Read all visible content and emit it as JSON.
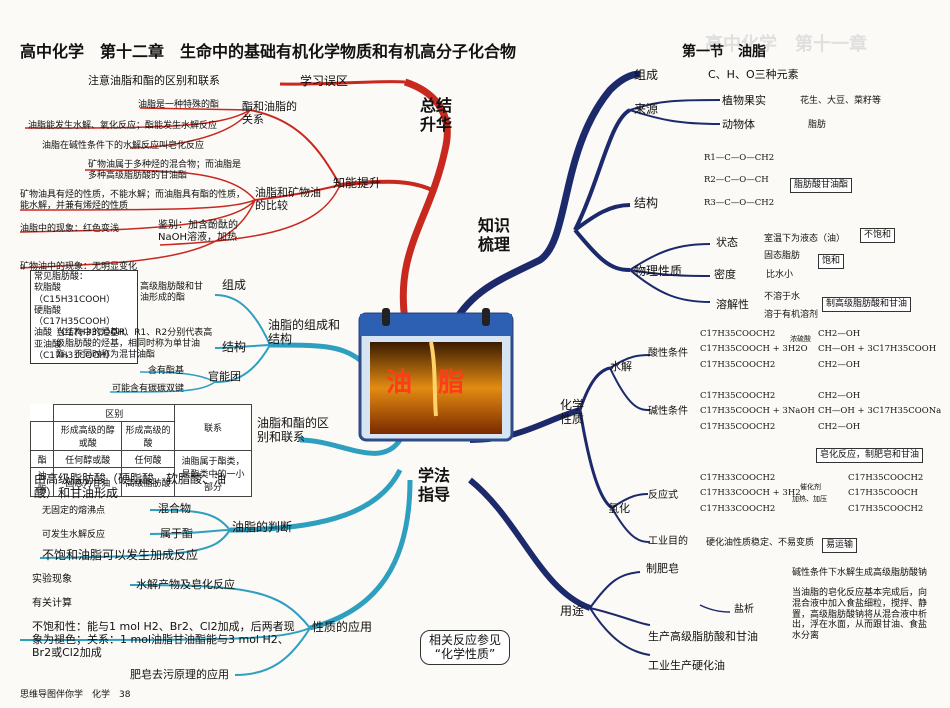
{
  "header": {
    "title": "高中化学　第十二章　生命中的基础有机化学物质和有机高分子化合物",
    "section": "第一节　油脂",
    "ghost_title": "高中化学　第十一章"
  },
  "center": {
    "title": "油　脂"
  },
  "branches": {
    "summary": "总结\n升华",
    "knowledge": "知识\n梳理",
    "method": "学法\n指导"
  },
  "left_top": {
    "mistakes": "学习误区",
    "mistake_note": "注意油脂和酯的区别和联系",
    "relation_label": "酯和油脂的关系",
    "rel_items": [
      "油脂是一种特殊的酯",
      "油脂能发生水解、氧化反应；酯能发生水解反应",
      "油脂在碱性条件下的水解反应叫皂化反应"
    ],
    "ability": "知能提升",
    "mineral_label": "油脂和矿物油的比较",
    "mineral_items": [
      "矿物油属于多种烃的混合物；而油脂是多种高级脂肪酸的甘油酯",
      "矿物油具有烃的性质，不能水解；而油脂具有酯的性质，能水解，并兼有烯烃的性质",
      "油脂中的现象：红色变浅",
      "矿物油中的现象：无明显变化"
    ],
    "identify": "鉴别：加含酚酞的NaOH溶液，加热"
  },
  "left_mid": {
    "comp_struct": "油脂的组成和结构",
    "composition": "组成",
    "common_acids_title": "常见脂肪酸：",
    "common_acids": [
      "软脂酸（C15H31COOH）",
      "硬脂酸（C17H35COOH）",
      "油酸（C17H33COOH）",
      "亚油酸（C17H31COOH）"
    ],
    "comp_desc": "高级脂肪酸和甘油形成的酯",
    "structure": "结构",
    "struct_desc": "当结构中的烃基R、R1、R2分别代表高级脂肪酸的烃基，相同时称为单甘油酯，不同时称为混甘油酯",
    "func_group": "官能团",
    "fg1": "含有酯基",
    "fg2": "可能含有碳碳双键",
    "diff": "油脂和酯的区别和联系",
    "table": {
      "h_diff": "区别",
      "h_rel": "联系",
      "r1": [
        "",
        "形成高级的醇或酸",
        "形成高级的酸"
      ],
      "r2": [
        "酯",
        "任何醇或酸",
        "任何酸"
      ],
      "r3": [
        "油脂",
        "固态为甘油",
        "高级脂肪酸"
      ],
      "rel": "油脂属于酯类，是酯类中的一小部分"
    },
    "formed": "由高级脂肪酸（硬脂酸、软脂酸、油酸）和甘油形成"
  },
  "left_bottom": {
    "judge": "油脂的判断",
    "mixture": "混合物",
    "mix_desc": "无固定的熔沸点",
    "ester": "属于酯",
    "ester_desc": "可发生水解反应",
    "unsat": "不饱和油脂可以发生加成反应",
    "apply": "性质的应用",
    "experiment": "实验现象",
    "hydrolysis_prod": "水解产物及皂化反应",
    "calc": "有关计算",
    "calc_text": "不饱和性：能与1 mol H2、Br2、Cl2加成，后两者现象为褪色；关系：1 mol油脂甘油酯能与3 mol H2、Br2或Cl2加成",
    "soap_principle": "肥皂去污原理的应用"
  },
  "right": {
    "composition": "组成",
    "comp_value": "C、H、O三种元素",
    "source": "来源",
    "plant": "植物果实",
    "plant_ex": "花生、大豆、菜籽等",
    "animal": "动物体",
    "animal_ex": "脂肪",
    "structure": "结构",
    "struct_note": "脂肪酸甘油酯",
    "physical": "物理性质",
    "state": "状态",
    "state_liquid": "室温下为液态（油）",
    "unsaturated": "不饱和",
    "state_solid": "固态脂肪",
    "saturated": "饱和",
    "density": "密度",
    "density_val": "比水小",
    "solubility": "溶解性",
    "insoluble": "不溶于水",
    "soluble": "溶于有机溶剂",
    "chem": "化学性质",
    "hydrolysis": "水解",
    "acidic": "酸性条件",
    "basic": "碱性条件",
    "prod_acid": "制高级脂肪酸和甘油",
    "saponify": "皂化反应，制肥皂和甘油",
    "hydrogenation": "氢化",
    "reaction": "反应式",
    "industry_goal": "工业目的",
    "goal_desc": "硬化油性质稳定、不易变质",
    "transport": "易运输",
    "use": "用途",
    "make_soap": "制肥皂",
    "soap_note": "碱性条件下水解生成高级脂肪酸钠",
    "salting": "盐析",
    "salting_desc": "当油脂的皂化反应基本完成后，向混合液中加入食盐细粒，搅拌、静置，高级脂肪酸钠将从混合液中析出，浮在水面，从而跟甘油、食盐水分离",
    "produce_acid": "生产高级脂肪酸和甘油",
    "hardened": "工业生产硬化油",
    "ref": "相关反应参见\n“化学性质”"
  },
  "formulas": {
    "r1": "R1—C—O—CH2",
    "r2": "R2—C—O—CH",
    "r3": "R3—C—O—CH2",
    "a1": "C17H35COOCH2",
    "a2": "C17H35COOCH + 3H2O",
    "a3": "C17H35COOCH2",
    "arrow_acid": "浓硫酸",
    "ap1": "CH2—OH",
    "ap2": "CH—OH + 3C17H35COOH",
    "ap3": "CH2—OH",
    "b1": "C17H35COOCH2",
    "b2": "C17H35COOCH + 3NaOH",
    "b3": "C17H35COOCH2",
    "bp1": "CH2—OH",
    "bp2": "CH—OH + 3C17H35COONa",
    "bp3": "CH2—OH",
    "h1": "C17H33COOCH2",
    "h2": "C17H33COOCH + 3H2",
    "h3": "C17H33COOCH2",
    "cat": "催化剂",
    "cond": "加热、加压",
    "hp1": "C17H35COOCH2",
    "hp2": "C17H35COOCH",
    "hp3": "C17H35COOCH2"
  },
  "footer": {
    "text": "思维导图伴你学　化学　38"
  },
  "colors": {
    "red": "#c8281e",
    "navy": "#1c2a6b",
    "teal": "#2e9fbf",
    "title": "#111111"
  }
}
